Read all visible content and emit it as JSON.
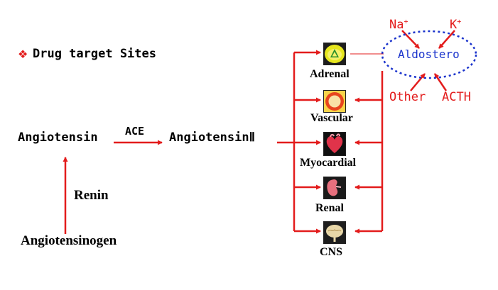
{
  "header": {
    "bullet_icon": "diamond-bullet-icon",
    "title": "Drug target Sites"
  },
  "pathway": {
    "angiotensin": "Angiotensin",
    "ace": "ACE",
    "angiotensin2": "AngiotensinⅡ",
    "renin": "Renin",
    "angiotensinogen": "Angiotensinogen"
  },
  "targets": [
    {
      "label": "Adrenal",
      "icon": "adrenal-icon"
    },
    {
      "label": "Vascular",
      "icon": "vascular-icon"
    },
    {
      "label": "Myocardial",
      "icon": "heart-icon"
    },
    {
      "label": "Renal",
      "icon": "kidney-icon"
    },
    {
      "label": "CNS",
      "icon": "brain-icon"
    }
  ],
  "aldosterone": {
    "label": "Aldostero",
    "na": "Na",
    "na_sup": "+",
    "k": "K",
    "k_sup": "+",
    "other": "Other",
    "acth": "ACTH"
  },
  "colors": {
    "arrow": "#e31c1c",
    "ellipse": "#1a33cc"
  }
}
